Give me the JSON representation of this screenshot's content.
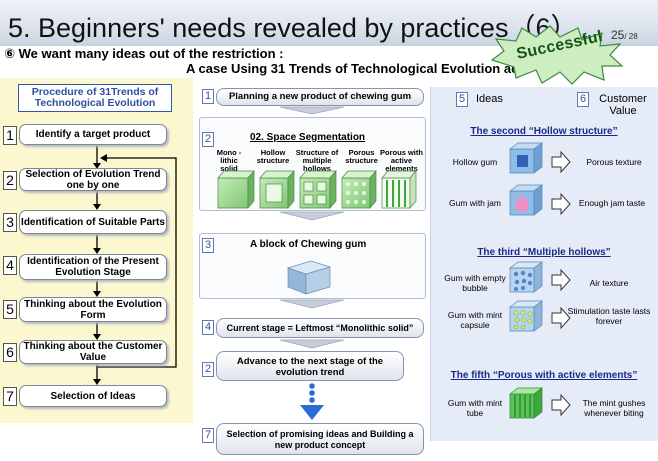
{
  "header": {
    "title": "5. Beginners' needs revealed by practices（6）",
    "page_current": "25",
    "page_total": "/ 28",
    "subtitle_line1": "⑥ We want many ideas out of the restriction :",
    "subtitle_line2": "A case Using 31 Trends of Technological Evolution ac",
    "badge": "Successful"
  },
  "procedure": {
    "title": "Procedure of 31Trends of Technological Evolution",
    "steps": [
      {
        "num": "1",
        "label": "Identify a target product"
      },
      {
        "num": "2",
        "label": "Selection of Evolution Trend one by one"
      },
      {
        "num": "3",
        "label": "Identification of Suitable Parts"
      },
      {
        "num": "4",
        "label": "Identification of the Present Evolution Stage"
      },
      {
        "num": "5",
        "label": "Thinking about the Evolution  Form"
      },
      {
        "num": "6",
        "label": "Thinking about the Customer Value"
      },
      {
        "num": "7",
        "label": "Selection of Ideas"
      }
    ]
  },
  "example": {
    "s1": {
      "num": "1",
      "label": "Planning a new product of chewing gum"
    },
    "s2": {
      "num": "2",
      "title": "02. Space Segmentation",
      "stages": [
        "Mono -lithic solid",
        "Hollow structure",
        "Structure of multiple hollows",
        "Porous structure",
        "Porous with active elements"
      ]
    },
    "s3": {
      "num": "3",
      "label": "A block of Chewing gum"
    },
    "s4": {
      "num": "4",
      "label": "Current stage = Leftmost “Monolithic solid”"
    },
    "s5": {
      "num": "2",
      "label": "Advance to the next stage of the evolution trend"
    },
    "s6": {
      "num": "7",
      "label": "Selection of promising ideas and Building a new product concept"
    }
  },
  "ideas": {
    "num_ideas": "5",
    "head_ideas": "Ideas",
    "num_value": "6",
    "head_value": "Customer Value",
    "sections": [
      {
        "title": "The second “Hollow structure”",
        "rows": [
          {
            "idea": "Hollow gum",
            "value": "Porous texture"
          },
          {
            "idea": "Gum with jam",
            "value": "Enough jam taste"
          }
        ]
      },
      {
        "title": "The third “Multiple hollows”",
        "rows": [
          {
            "idea": "Gum with empty bubble",
            "value": "Air texture"
          },
          {
            "idea": "Gum with mint capsule",
            "value": "Stimulation taste lasts forever"
          }
        ]
      },
      {
        "title": "The fifth “Porous with active elements”",
        "rows": [
          {
            "idea": "Gum with mint tube",
            "value": "The mint gushes whenever biting"
          }
        ]
      }
    ]
  },
  "colors": {
    "procedure_panel": "#fbf7cf",
    "ideas_panel": "#e5ecf8",
    "section_title": "#1a2888",
    "badge_fill": "#cdeec0",
    "badge_text": "#18541a",
    "cube": "#8fbde8",
    "cube_green": "#58c458"
  }
}
